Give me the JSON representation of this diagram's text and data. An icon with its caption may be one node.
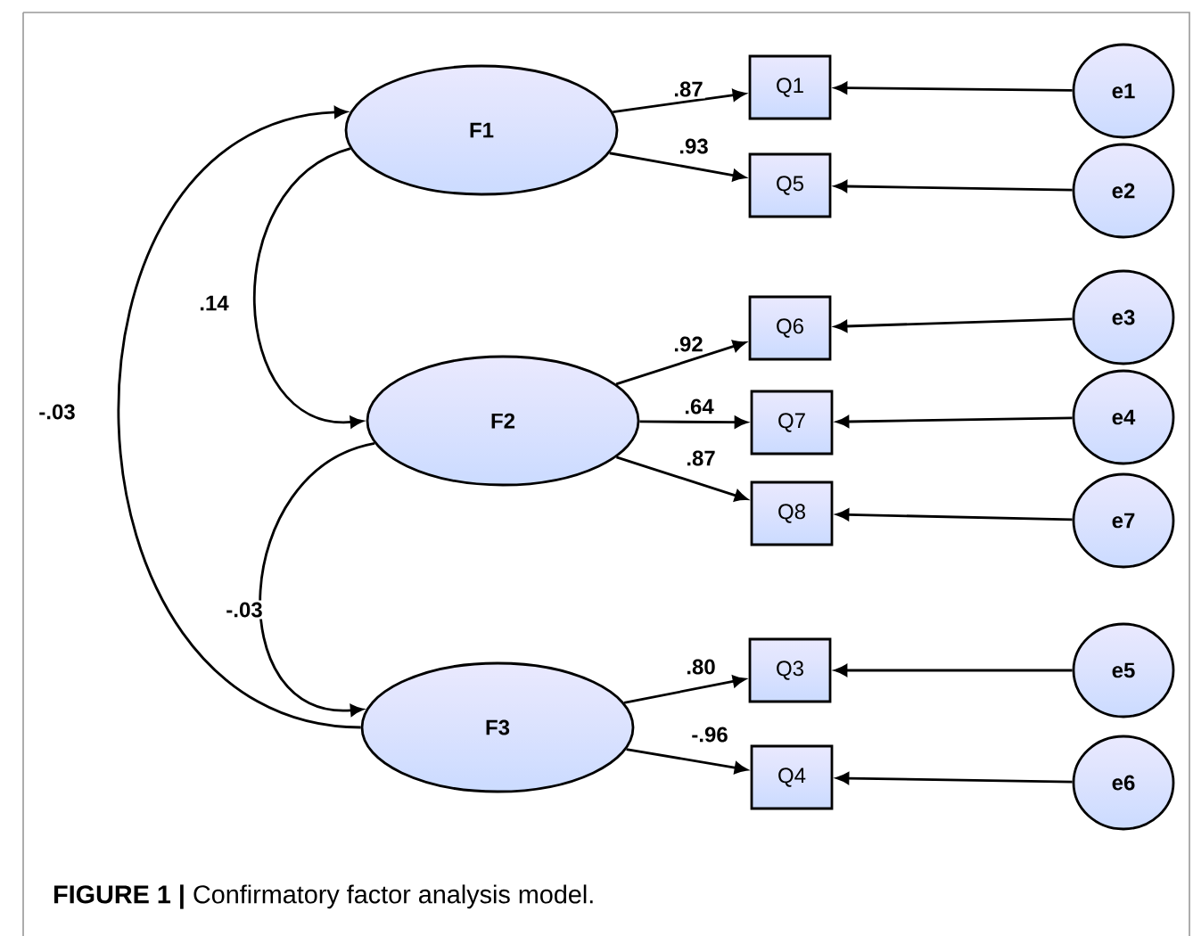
{
  "diagram": {
    "caption": "**FIGURE 1 |** Confirmatory factor analysis model.",
    "nodes": [
      {
        "text": [
          "F1"
        ]
      },
      {
        "text": [
          "F2"
        ]
      },
      {
        "text": [
          "F3"
        ]
      },
      {
        "text": [
          "Q1"
        ]
      },
      {
        "text": [
          "Q5"
        ]
      },
      {
        "text": [
          "Q6"
        ]
      },
      {
        "text": [
          "Q7"
        ]
      },
      {
        "text": [
          "Q8"
        ]
      },
      {
        "text": [
          "Q3"
        ]
      },
      {
        "text": [
          "Q4"
        ]
      },
      {
        "text": [
          "e1"
        ]
      },
      {
        "text": [
          "e2"
        ]
      },
      {
        "text": [
          "e3"
        ]
      },
      {
        "text": [
          "e4"
        ]
      },
      {
        "text": [
          "e7"
        ]
      },
      {
        "text": [
          "e5"
        ]
      },
      {
        "text": [
          "e6"
        ]
      }
    ],
    "edges": [
      {
        "from": 0,
        "to": 3,
        "arrow": "to",
        "label": ".87"
      },
      {
        "from": 0,
        "to": 4,
        "arrow": "to",
        "label": ".93"
      },
      {
        "from": 1,
        "to": 5,
        "arrow": "to",
        "label": ".92"
      },
      {
        "from": 1,
        "to": 6,
        "arrow": "to",
        "label": ".64"
      },
      {
        "from": 1,
        "to": 7,
        "arrow": "to",
        "label": ".87"
      },
      {
        "from": 2,
        "to": 8,
        "arrow": "to",
        "label": ".80"
      },
      {
        "from": 2,
        "to": 9,
        "arrow": "to",
        "label": "-.96"
      },
      {
        "from": 10,
        "to": 3,
        "arrow": "to"
      },
      {
        "from": 11,
        "to": 4,
        "arrow": "to"
      },
      {
        "from": 12,
        "to": 5,
        "arrow": "to"
      },
      {
        "from": 13,
        "to": 6,
        "arrow": "to"
      },
      {
        "from": 14,
        "to": 7,
        "arrow": "to"
      },
      {
        "from": 15,
        "to": 8,
        "arrow": "to"
      },
      {
        "from": 16,
        "to": 9,
        "arrow": "to"
      },
      {
        "from": 0,
        "to": 1,
        "arrow": "to",
        "label": ".14"
      },
      {
        "from": 1,
        "to": 2,
        "arrow": "to",
        "label": "-.03"
      },
      {
        "from": 2,
        "to": 0,
        "arrow": "to",
        "label": "-.03"
      }
    ]
  }
}
